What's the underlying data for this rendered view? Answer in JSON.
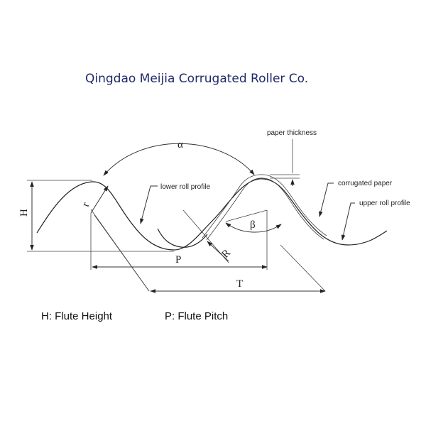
{
  "title": "Qingdao Meijia  Corrugated Roller Co.",
  "labels": {
    "paper_thickness": "paper thickness",
    "lower_roll_profile": "lower roll profile",
    "corrugated_paper": "corrugated paper",
    "upper_roll_profile": "upper roll profile"
  },
  "symbols": {
    "alpha": "α",
    "beta": "β",
    "H": "H",
    "r": "r",
    "R": "R",
    "P": "P",
    "T": "T"
  },
  "legend": {
    "flute_height": "H: Flute Height",
    "flute_pitch": "P: Flute Pitch"
  }
}
